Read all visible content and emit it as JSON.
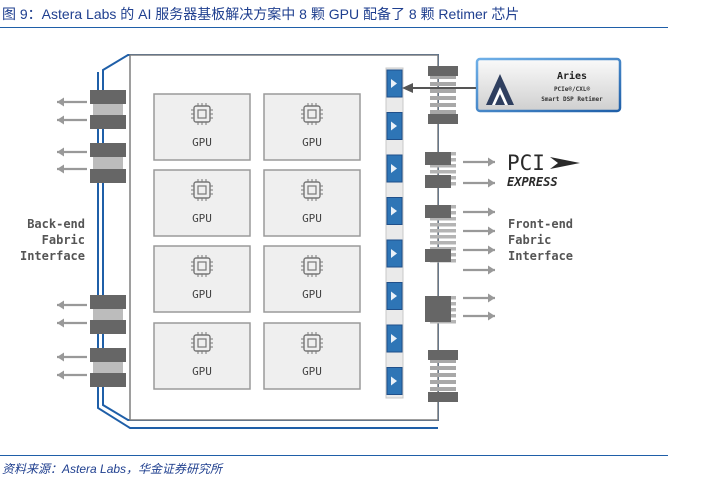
{
  "caption": "图 9：Astera Labs 的 AI 服务器基板解决方案中 8 颗 GPU 配备了 8 颗 Retimer 芯片",
  "source": "资料来源：Astera Labs，华金证券研究所",
  "diagram": {
    "gpu_label": "GPU",
    "gpus": [
      "GPU",
      "GPU",
      "GPU",
      "GPU",
      "GPU",
      "GPU",
      "GPU",
      "GPU"
    ],
    "back_end_label": [
      "Back-end",
      "Fabric",
      "Interface"
    ],
    "front_end_label": [
      "Front-end",
      "Fabric",
      "Interface"
    ],
    "aries": {
      "name": "Aries",
      "line1": "PCIe®/CXL®",
      "line2": "Smart DSP Retimer"
    },
    "pci_express": {
      "top": "PCI",
      "bottom": "EXPRESS"
    },
    "retimer_count": 8,
    "colors": {
      "board_border": "#1f5fa8",
      "gpu_fill": "#efefef",
      "retimer_fill": "#2e75b6",
      "connector": "#666666",
      "arrow": "#999999",
      "label_text": "#555555"
    }
  }
}
